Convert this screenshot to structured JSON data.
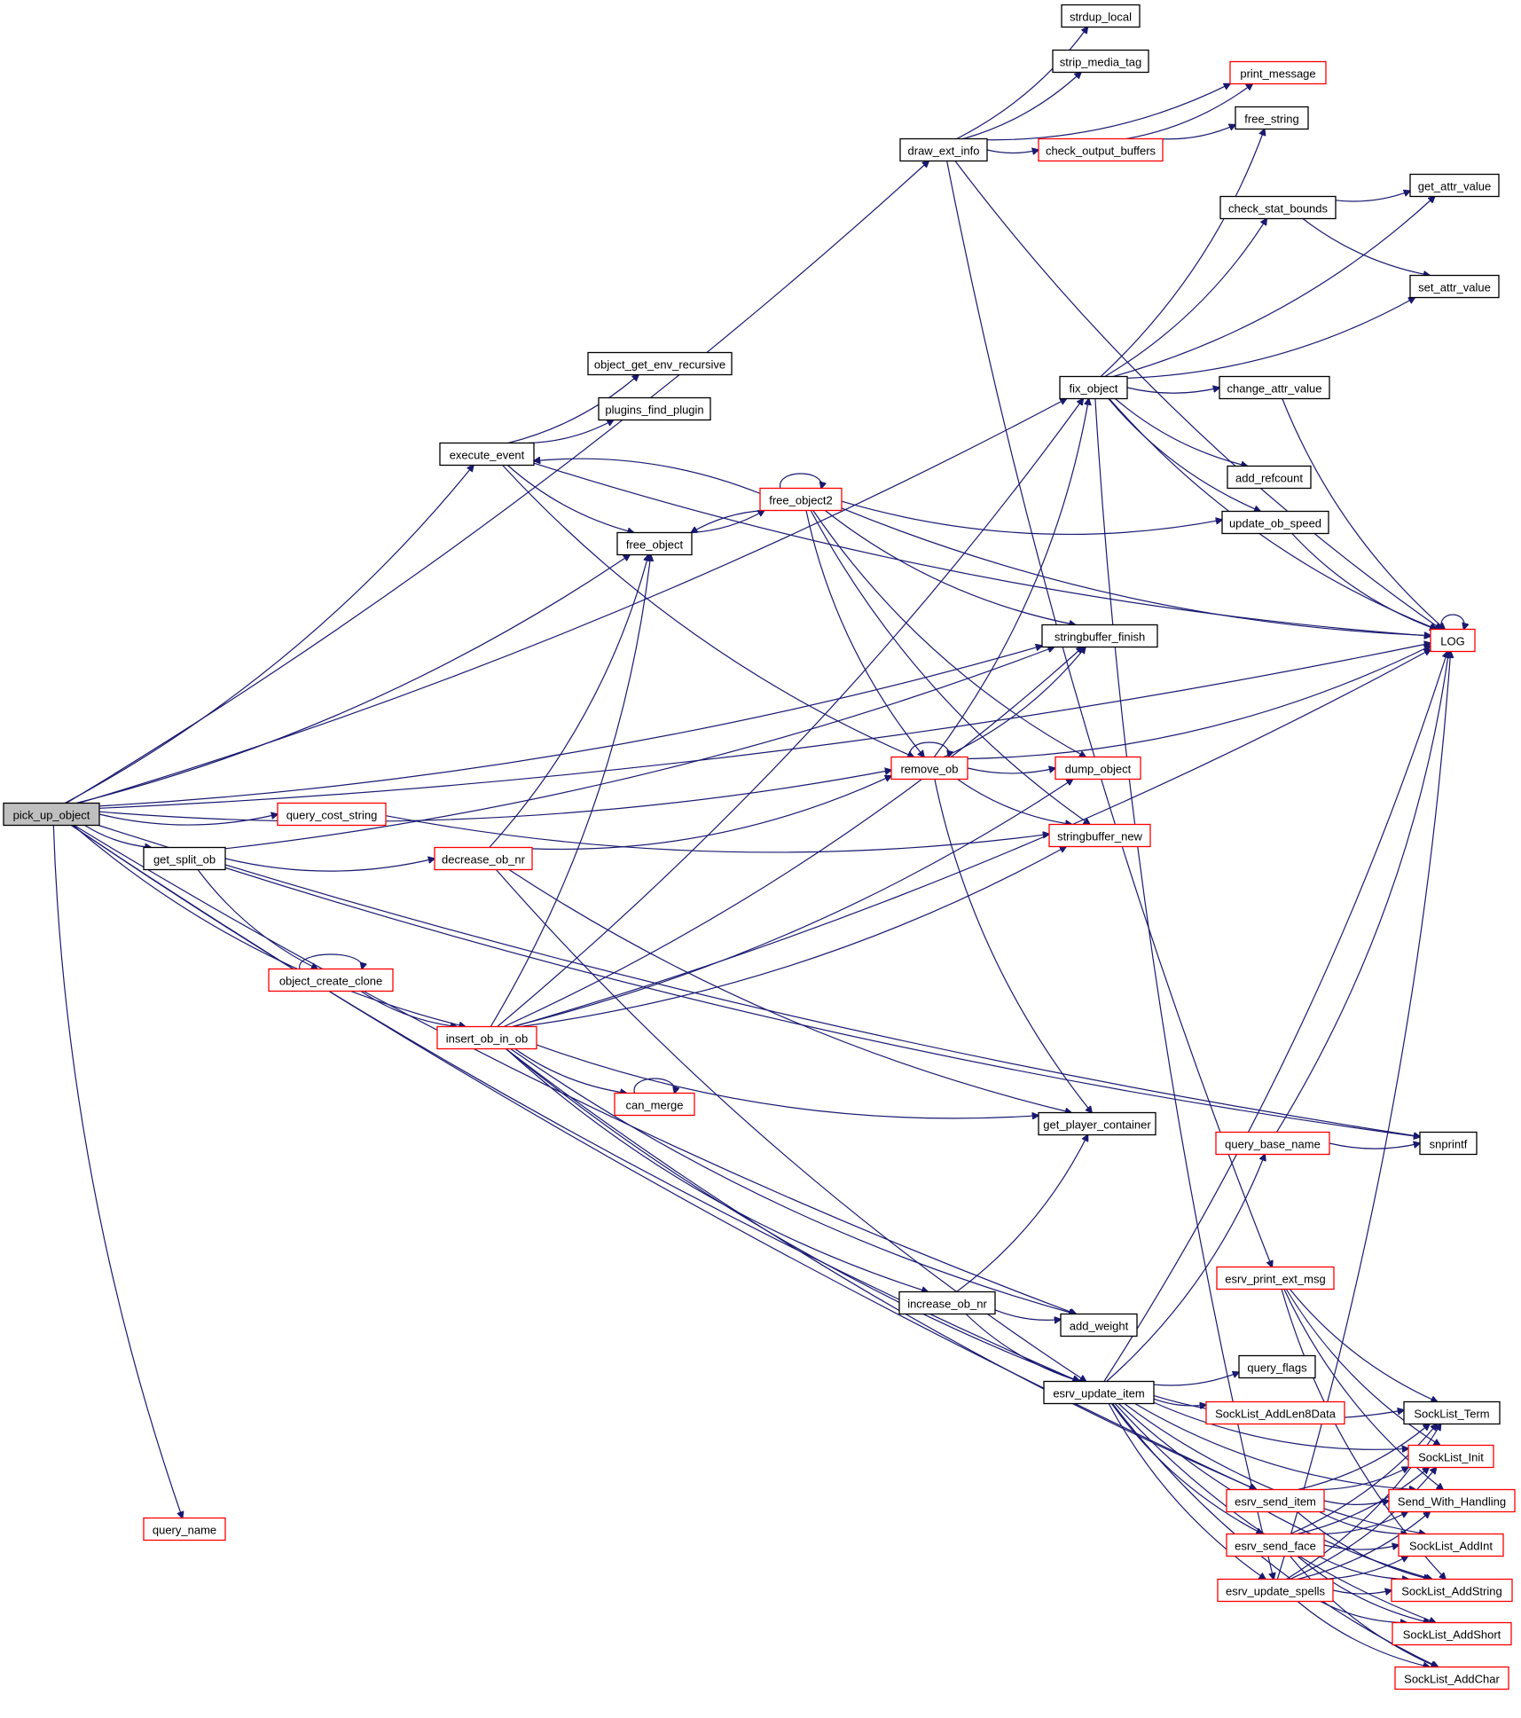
{
  "diagram": {
    "type": "call-graph",
    "edge_color": "#191970",
    "node_border_default": "#000000",
    "node_border_truncated": "#ff0000",
    "root_fill": "#bfbfbf",
    "nodes": [
      {
        "id": "pick_up_object",
        "label": "pick_up_object",
        "style": "root"
      },
      {
        "id": "draw_ext_info",
        "label": "draw_ext_info",
        "style": "normal"
      },
      {
        "id": "strdup_local",
        "label": "strdup_local",
        "style": "normal"
      },
      {
        "id": "strip_media_tag",
        "label": "strip_media_tag",
        "style": "normal"
      },
      {
        "id": "print_message",
        "label": "print_message",
        "style": "truncated"
      },
      {
        "id": "check_output_buffers",
        "label": "check_output_buffers",
        "style": "truncated"
      },
      {
        "id": "free_string",
        "label": "free_string",
        "style": "normal"
      },
      {
        "id": "get_attr_value",
        "label": "get_attr_value",
        "style": "normal"
      },
      {
        "id": "check_stat_bounds",
        "label": "check_stat_bounds",
        "style": "normal"
      },
      {
        "id": "set_attr_value",
        "label": "set_attr_value",
        "style": "normal"
      },
      {
        "id": "object_get_env_recursive",
        "label": "object_get_env_recursive",
        "style": "normal"
      },
      {
        "id": "plugins_find_plugin",
        "label": "plugins_find_plugin",
        "style": "normal"
      },
      {
        "id": "execute_event",
        "label": "execute_event",
        "style": "normal"
      },
      {
        "id": "fix_object",
        "label": "fix_object",
        "style": "normal"
      },
      {
        "id": "change_attr_value",
        "label": "change_attr_value",
        "style": "normal"
      },
      {
        "id": "add_refcount",
        "label": "add_refcount",
        "style": "normal"
      },
      {
        "id": "free_object2",
        "label": "free_object2",
        "style": "truncated"
      },
      {
        "id": "update_ob_speed",
        "label": "update_ob_speed",
        "style": "normal"
      },
      {
        "id": "free_object",
        "label": "free_object",
        "style": "normal"
      },
      {
        "id": "LOG",
        "label": "LOG",
        "style": "truncated"
      },
      {
        "id": "stringbuffer_finish",
        "label": "stringbuffer_finish",
        "style": "normal"
      },
      {
        "id": "remove_ob",
        "label": "remove_ob",
        "style": "truncated"
      },
      {
        "id": "dump_object",
        "label": "dump_object",
        "style": "truncated"
      },
      {
        "id": "query_cost_string",
        "label": "query_cost_string",
        "style": "truncated"
      },
      {
        "id": "stringbuffer_new",
        "label": "stringbuffer_new",
        "style": "truncated"
      },
      {
        "id": "get_split_ob",
        "label": "get_split_ob",
        "style": "normal"
      },
      {
        "id": "decrease_ob_nr",
        "label": "decrease_ob_nr",
        "style": "truncated"
      },
      {
        "id": "object_create_clone",
        "label": "object_create_clone",
        "style": "truncated"
      },
      {
        "id": "insert_ob_in_ob",
        "label": "insert_ob_in_ob",
        "style": "truncated"
      },
      {
        "id": "can_merge",
        "label": "can_merge",
        "style": "truncated"
      },
      {
        "id": "get_player_container",
        "label": "get_player_container",
        "style": "normal"
      },
      {
        "id": "query_base_name",
        "label": "query_base_name",
        "style": "truncated"
      },
      {
        "id": "snprintf",
        "label": "snprintf",
        "style": "normal"
      },
      {
        "id": "esrv_print_ext_msg",
        "label": "esrv_print_ext_msg",
        "style": "truncated"
      },
      {
        "id": "increase_ob_nr",
        "label": "increase_ob_nr",
        "style": "normal"
      },
      {
        "id": "add_weight",
        "label": "add_weight",
        "style": "normal"
      },
      {
        "id": "query_flags",
        "label": "query_flags",
        "style": "normal"
      },
      {
        "id": "esrv_update_item",
        "label": "esrv_update_item",
        "style": "normal"
      },
      {
        "id": "SockList_AddLen8Data",
        "label": "SockList_AddLen8Data",
        "style": "truncated"
      },
      {
        "id": "SockList_Term",
        "label": "SockList_Term",
        "style": "normal"
      },
      {
        "id": "SockList_Init",
        "label": "SockList_Init",
        "style": "truncated"
      },
      {
        "id": "esrv_send_item",
        "label": "esrv_send_item",
        "style": "truncated"
      },
      {
        "id": "Send_With_Handling",
        "label": "Send_With_Handling",
        "style": "truncated"
      },
      {
        "id": "esrv_send_face",
        "label": "esrv_send_face",
        "style": "truncated"
      },
      {
        "id": "SockList_AddInt",
        "label": "SockList_AddInt",
        "style": "truncated"
      },
      {
        "id": "esrv_update_spells",
        "label": "esrv_update_spells",
        "style": "truncated"
      },
      {
        "id": "SockList_AddString",
        "label": "SockList_AddString",
        "style": "truncated"
      },
      {
        "id": "SockList_AddShort",
        "label": "SockList_AddShort",
        "style": "truncated"
      },
      {
        "id": "SockList_AddChar",
        "label": "SockList_AddChar",
        "style": "truncated"
      },
      {
        "id": "query_name",
        "label": "query_name",
        "style": "truncated"
      }
    ],
    "edges": [
      [
        "pick_up_object",
        "draw_ext_info"
      ],
      [
        "pick_up_object",
        "fix_object"
      ],
      [
        "pick_up_object",
        "LOG"
      ],
      [
        "pick_up_object",
        "execute_event"
      ],
      [
        "pick_up_object",
        "free_object"
      ],
      [
        "pick_up_object",
        "stringbuffer_finish"
      ],
      [
        "pick_up_object",
        "remove_ob"
      ],
      [
        "pick_up_object",
        "query_cost_string"
      ],
      [
        "pick_up_object",
        "get_split_ob"
      ],
      [
        "pick_up_object",
        "insert_ob_in_ob"
      ],
      [
        "pick_up_object",
        "snprintf"
      ],
      [
        "pick_up_object",
        "esrv_update_item"
      ],
      [
        "pick_up_object",
        "esrv_send_item"
      ],
      [
        "pick_up_object",
        "query_name"
      ],
      [
        "pick_up_object",
        "add_weight"
      ],
      [
        "draw_ext_info",
        "strdup_local"
      ],
      [
        "draw_ext_info",
        "strip_media_tag"
      ],
      [
        "draw_ext_info",
        "print_message"
      ],
      [
        "draw_ext_info",
        "check_output_buffers"
      ],
      [
        "draw_ext_info",
        "LOG"
      ],
      [
        "draw_ext_info",
        "esrv_print_ext_msg"
      ],
      [
        "check_output_buffers",
        "print_message"
      ],
      [
        "check_output_buffers",
        "free_string"
      ],
      [
        "check_stat_bounds",
        "get_attr_value"
      ],
      [
        "check_stat_bounds",
        "set_attr_value"
      ],
      [
        "execute_event",
        "object_get_env_recursive"
      ],
      [
        "execute_event",
        "plugins_find_plugin"
      ],
      [
        "execute_event",
        "free_object"
      ],
      [
        "execute_event",
        "remove_ob"
      ],
      [
        "execute_event",
        "LOG"
      ],
      [
        "fix_object",
        "free_string"
      ],
      [
        "fix_object",
        "get_attr_value"
      ],
      [
        "fix_object",
        "check_stat_bounds"
      ],
      [
        "fix_object",
        "set_attr_value"
      ],
      [
        "fix_object",
        "change_attr_value"
      ],
      [
        "fix_object",
        "add_refcount"
      ],
      [
        "fix_object",
        "update_ob_speed"
      ],
      [
        "fix_object",
        "LOG"
      ],
      [
        "fix_object",
        "esrv_update_spells"
      ],
      [
        "change_attr_value",
        "LOG"
      ],
      [
        "update_ob_speed",
        "LOG"
      ],
      [
        "free_object",
        "free_object2"
      ],
      [
        "free_object2",
        "free_object2"
      ],
      [
        "free_object2",
        "execute_event"
      ],
      [
        "free_object2",
        "free_object"
      ],
      [
        "free_object2",
        "update_ob_speed"
      ],
      [
        "free_object2",
        "LOG"
      ],
      [
        "free_object2",
        "stringbuffer_finish"
      ],
      [
        "free_object2",
        "remove_ob"
      ],
      [
        "free_object2",
        "dump_object"
      ],
      [
        "free_object2",
        "stringbuffer_new"
      ],
      [
        "LOG",
        "LOG"
      ],
      [
        "remove_ob",
        "remove_ob"
      ],
      [
        "remove_ob",
        "fix_object"
      ],
      [
        "remove_ob",
        "stringbuffer_finish"
      ],
      [
        "remove_ob",
        "LOG"
      ],
      [
        "remove_ob",
        "dump_object"
      ],
      [
        "remove_ob",
        "stringbuffer_new"
      ],
      [
        "remove_ob",
        "get_player_container"
      ],
      [
        "query_cost_string",
        "stringbuffer_new"
      ],
      [
        "get_split_ob",
        "decrease_ob_nr"
      ],
      [
        "get_split_ob",
        "object_create_clone"
      ],
      [
        "get_split_ob",
        "stringbuffer_finish"
      ],
      [
        "get_split_ob",
        "snprintf"
      ],
      [
        "decrease_ob_nr",
        "remove_ob"
      ],
      [
        "decrease_ob_nr",
        "free_object"
      ],
      [
        "decrease_ob_nr",
        "get_player_container"
      ],
      [
        "decrease_ob_nr",
        "esrv_update_item"
      ],
      [
        "object_create_clone",
        "object_create_clone"
      ],
      [
        "object_create_clone",
        "insert_ob_in_ob"
      ],
      [
        "insert_ob_in_ob",
        "free_object"
      ],
      [
        "insert_ob_in_ob",
        "fix_object"
      ],
      [
        "insert_ob_in_ob",
        "stringbuffer_finish"
      ],
      [
        "insert_ob_in_ob",
        "dump_object"
      ],
      [
        "insert_ob_in_ob",
        "stringbuffer_new"
      ],
      [
        "insert_ob_in_ob",
        "LOG"
      ],
      [
        "insert_ob_in_ob",
        "can_merge"
      ],
      [
        "insert_ob_in_ob",
        "get_player_container"
      ],
      [
        "insert_ob_in_ob",
        "increase_ob_nr"
      ],
      [
        "insert_ob_in_ob",
        "add_weight"
      ],
      [
        "insert_ob_in_ob",
        "esrv_update_item"
      ],
      [
        "insert_ob_in_ob",
        "esrv_send_item"
      ],
      [
        "can_merge",
        "can_merge"
      ],
      [
        "increase_ob_nr",
        "get_player_container"
      ],
      [
        "increase_ob_nr",
        "add_weight"
      ],
      [
        "increase_ob_nr",
        "esrv_update_item"
      ],
      [
        "query_base_name",
        "snprintf"
      ],
      [
        "query_base_name",
        "LOG"
      ],
      [
        "esrv_print_ext_msg",
        "SockList_Term"
      ],
      [
        "esrv_print_ext_msg",
        "SockList_Init"
      ],
      [
        "esrv_print_ext_msg",
        "Send_With_Handling"
      ],
      [
        "esrv_print_ext_msg",
        "SockList_AddString"
      ],
      [
        "esrv_update_item",
        "query_base_name"
      ],
      [
        "esrv_update_item",
        "LOG"
      ],
      [
        "esrv_update_item",
        "query_flags"
      ],
      [
        "esrv_update_item",
        "SockList_AddLen8Data"
      ],
      [
        "esrv_update_item",
        "SockList_Term"
      ],
      [
        "esrv_update_item",
        "SockList_Init"
      ],
      [
        "esrv_update_item",
        "Send_With_Handling"
      ],
      [
        "esrv_update_item",
        "esrv_send_face"
      ],
      [
        "esrv_update_item",
        "esrv_update_spells"
      ],
      [
        "esrv_update_item",
        "SockList_AddInt"
      ],
      [
        "esrv_update_item",
        "SockList_AddString"
      ],
      [
        "esrv_update_item",
        "SockList_AddShort"
      ],
      [
        "esrv_update_item",
        "SockList_AddChar"
      ],
      [
        "esrv_send_item",
        "SockList_Term"
      ],
      [
        "esrv_send_item",
        "SockList_Init"
      ],
      [
        "esrv_send_item",
        "Send_With_Handling"
      ],
      [
        "esrv_send_item",
        "SockList_AddInt"
      ],
      [
        "esrv_send_item",
        "SockList_AddString"
      ],
      [
        "esrv_send_face",
        "SockList_Term"
      ],
      [
        "esrv_send_face",
        "SockList_Init"
      ],
      [
        "esrv_send_face",
        "Send_With_Handling"
      ],
      [
        "esrv_send_face",
        "SockList_AddInt"
      ],
      [
        "esrv_send_face",
        "SockList_AddString"
      ],
      [
        "esrv_send_face",
        "SockList_AddShort"
      ],
      [
        "esrv_send_face",
        "SockList_AddChar"
      ],
      [
        "esrv_update_spells",
        "SockList_Term"
      ],
      [
        "esrv_update_spells",
        "SockList_Init"
      ],
      [
        "esrv_update_spells",
        "Send_With_Handling"
      ],
      [
        "esrv_update_spells",
        "SockList_AddInt"
      ],
      [
        "esrv_update_spells",
        "SockList_AddString"
      ],
      [
        "esrv_update_spells",
        "SockList_AddShort"
      ],
      [
        "esrv_update_spells",
        "SockList_AddChar"
      ],
      [
        "esrv_update_spells",
        "LOG"
      ]
    ]
  }
}
